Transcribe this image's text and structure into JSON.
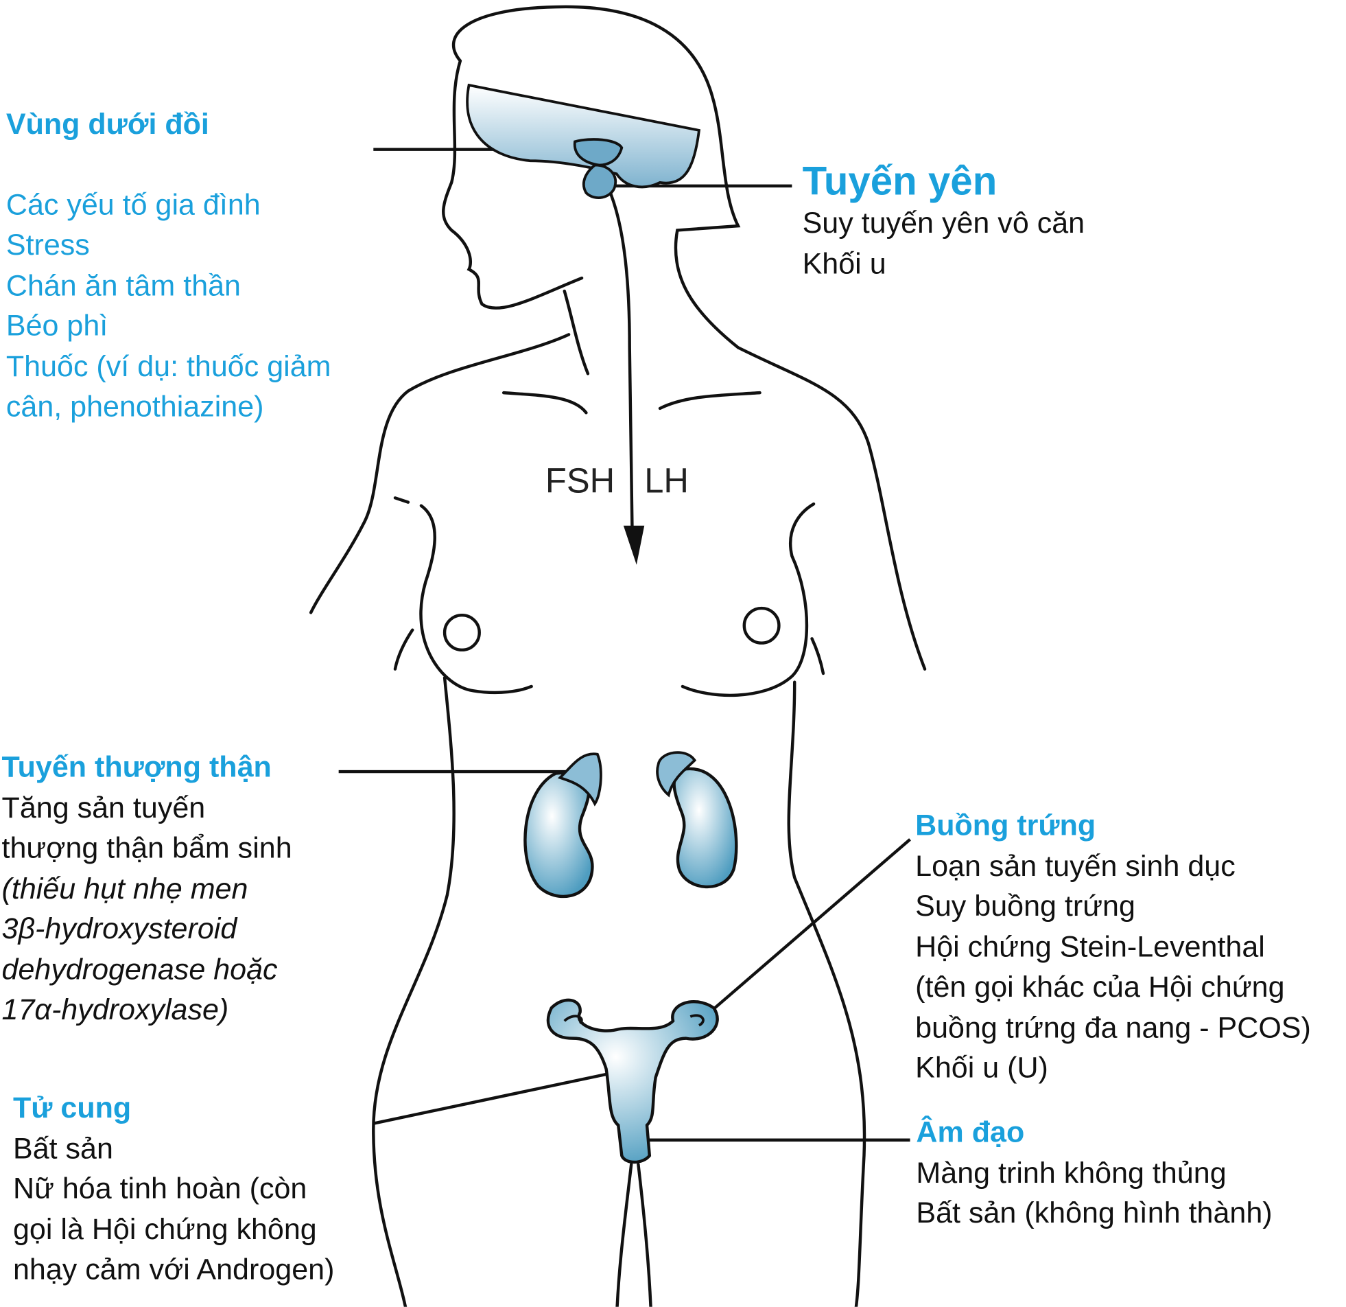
{
  "colors": {
    "accent": "#1aa0dc",
    "organ_fill": "#5aa5c6",
    "line": "#111111"
  },
  "hypothalamus": {
    "title": "Vùng dưới đồi",
    "items": [
      "Các yếu tố gia đình",
      "Stress",
      "Chán ăn tâm thần",
      "Béo phì",
      "Thuốc (ví dụ: thuốc giảm",
      "cân, phenothiazine)"
    ]
  },
  "pituitary": {
    "title": "Tuyến yên",
    "items": [
      "Suy tuyến yên vô căn",
      "Khối u"
    ]
  },
  "hormones": {
    "fsh": "FSH",
    "lh": "LH"
  },
  "adrenal": {
    "title": "Tuyến thượng thận",
    "items": [
      "Tăng sản tuyến",
      "thượng thận bẩm sinh"
    ],
    "italic_items": [
      "(thiếu hụt nhẹ men",
      "3β-hydroxysteroid",
      "dehydrogenase hoặc",
      "17α-hydroxylase)"
    ]
  },
  "ovary": {
    "title": "Buồng trứng",
    "items": [
      "Loạn sản tuyến sinh dục",
      "Suy buồng trứng",
      "Hội chứng Stein-Leventhal",
      "(tên gọi khác của Hội chứng",
      "buồng trứng đa nang - PCOS)",
      "Khối u (U)"
    ]
  },
  "uterus": {
    "title": "Tử cung",
    "items": [
      "Bất sản",
      "Nữ hóa tinh hoàn (còn",
      "gọi là Hội chứng không",
      "nhạy cảm với Androgen)"
    ]
  },
  "vagina": {
    "title": "Âm đạo",
    "items": [
      "Màng trinh không thủng",
      "Bất sản (không hình thành)"
    ]
  }
}
